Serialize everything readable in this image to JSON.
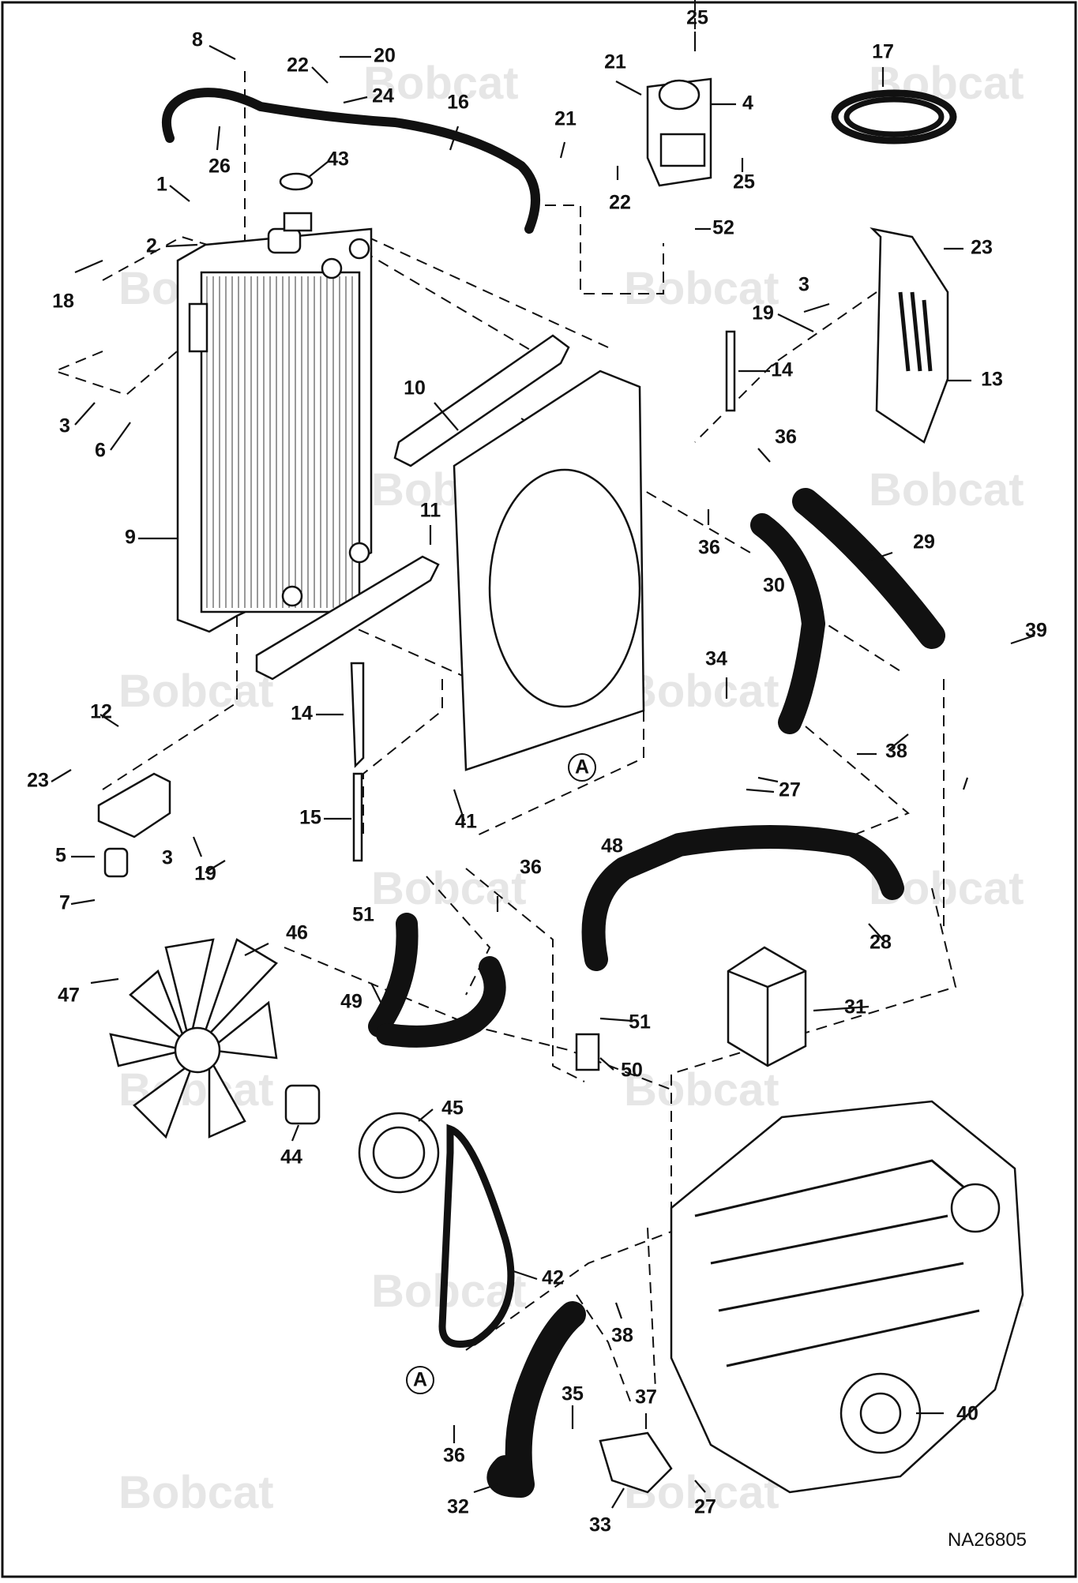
{
  "diagram": {
    "drawing_id": "NA26805",
    "watermark_text": "Bobcat",
    "detail_reference": "A",
    "callouts": [
      {
        "id": "c8",
        "label": "8"
      },
      {
        "id": "c20",
        "label": "20"
      },
      {
        "id": "c22a",
        "label": "22"
      },
      {
        "id": "c24",
        "label": "24"
      },
      {
        "id": "c16",
        "label": "16"
      },
      {
        "id": "c26",
        "label": "26"
      },
      {
        "id": "c43",
        "label": "43"
      },
      {
        "id": "c1",
        "label": "1"
      },
      {
        "id": "c2",
        "label": "2"
      },
      {
        "id": "c18",
        "label": "18"
      },
      {
        "id": "c3a",
        "label": "3"
      },
      {
        "id": "c6",
        "label": "6"
      },
      {
        "id": "c9",
        "label": "9"
      },
      {
        "id": "c25a",
        "label": "25"
      },
      {
        "id": "c21a",
        "label": "21"
      },
      {
        "id": "c4",
        "label": "4"
      },
      {
        "id": "c21b",
        "label": "21"
      },
      {
        "id": "c22b",
        "label": "22"
      },
      {
        "id": "c25b",
        "label": "25"
      },
      {
        "id": "c52",
        "label": "52"
      },
      {
        "id": "c17",
        "label": "17"
      },
      {
        "id": "c23a",
        "label": "23"
      },
      {
        "id": "c3b",
        "label": "3"
      },
      {
        "id": "c19a",
        "label": "19"
      },
      {
        "id": "c14a",
        "label": "14"
      },
      {
        "id": "c13",
        "label": "13"
      },
      {
        "id": "c10",
        "label": "10"
      },
      {
        "id": "c36a",
        "label": "36"
      },
      {
        "id": "c36b",
        "label": "36"
      },
      {
        "id": "c29",
        "label": "29"
      },
      {
        "id": "c30",
        "label": "30"
      },
      {
        "id": "c11",
        "label": "11"
      },
      {
        "id": "c39",
        "label": "39"
      },
      {
        "id": "c34",
        "label": "34"
      },
      {
        "id": "c38a",
        "label": "38"
      },
      {
        "id": "c27a",
        "label": "27"
      },
      {
        "id": "c12",
        "label": "12"
      },
      {
        "id": "c14b",
        "label": "14"
      },
      {
        "id": "c23b",
        "label": "23"
      },
      {
        "id": "c15",
        "label": "15"
      },
      {
        "id": "c41",
        "label": "41"
      },
      {
        "id": "c5",
        "label": "5"
      },
      {
        "id": "c3c",
        "label": "3"
      },
      {
        "id": "c19b",
        "label": "19"
      },
      {
        "id": "c7",
        "label": "7"
      },
      {
        "id": "c48",
        "label": "48"
      },
      {
        "id": "c36c",
        "label": "36"
      },
      {
        "id": "c28",
        "label": "28"
      },
      {
        "id": "c51a",
        "label": "51"
      },
      {
        "id": "c46",
        "label": "46"
      },
      {
        "id": "c31",
        "label": "31"
      },
      {
        "id": "c47",
        "label": "47"
      },
      {
        "id": "c49",
        "label": "49"
      },
      {
        "id": "c51b",
        "label": "51"
      },
      {
        "id": "c50",
        "label": "50"
      },
      {
        "id": "c45",
        "label": "45"
      },
      {
        "id": "c44",
        "label": "44"
      },
      {
        "id": "c42",
        "label": "42"
      },
      {
        "id": "c38b",
        "label": "38"
      },
      {
        "id": "c35",
        "label": "35"
      },
      {
        "id": "c37",
        "label": "37"
      },
      {
        "id": "c40",
        "label": "40"
      },
      {
        "id": "c36d",
        "label": "36"
      },
      {
        "id": "c32",
        "label": "32"
      },
      {
        "id": "c33",
        "label": "33"
      },
      {
        "id": "c27b",
        "label": "27"
      }
    ]
  }
}
